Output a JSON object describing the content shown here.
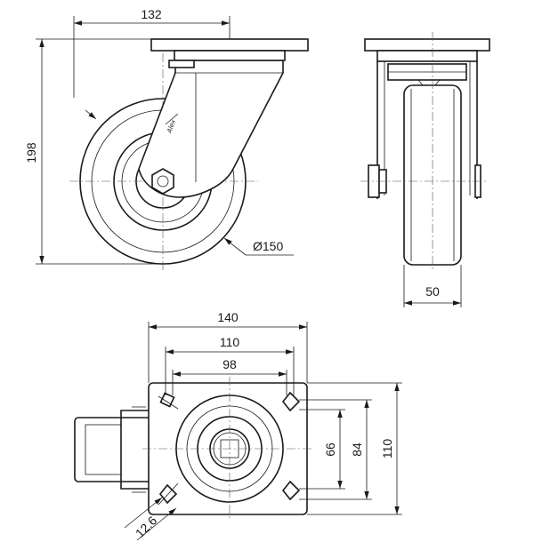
{
  "side_view": {
    "width_dim": "132",
    "height_dim": "198",
    "wheel_diameter_dim": "Ø150",
    "logo_text": "Alex"
  },
  "front_view": {
    "wheel_width_dim": "50"
  },
  "top_view": {
    "plate_width_dim": "140",
    "hole_span_outer_dim": "110",
    "hole_span_inner_dim": "98",
    "plate_height_dim": "110",
    "hole_vspan_outer_dim": "84",
    "hole_vspan_inner_dim": "66",
    "slot_width_dim": "12.6"
  }
}
